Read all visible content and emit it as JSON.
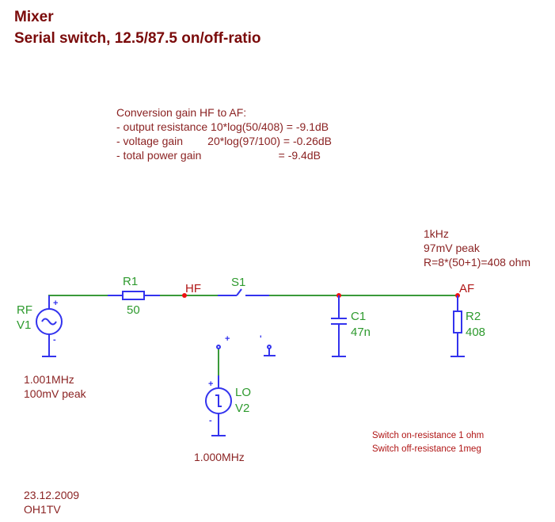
{
  "title": "Mixer",
  "subtitle": "Serial switch, 12.5/87.5  on/off-ratio",
  "conversion_notes": [
    "Conversion gain HF to AF:",
    "- output resistance 10*log(50/408) = -9.1dB",
    "- voltage gain        20*log(97/100) = -0.26dB",
    "- total power gain                         = -9.4dB"
  ],
  "af_notes": [
    "1kHz",
    "97mV peak",
    "R=8*(50+1)=408 ohm"
  ],
  "components": {
    "v1": {
      "name": "RF",
      "ref": "V1",
      "plus": "+",
      "minus": "-"
    },
    "r1": {
      "ref": "R1",
      "value": "50"
    },
    "s1": {
      "ref": "S1",
      "plus": "+",
      "tick": "'"
    },
    "v2": {
      "name": "LO",
      "ref": "V2",
      "plus": "+",
      "minus": "-"
    },
    "c1": {
      "ref": "C1",
      "value": "47n"
    },
    "r2": {
      "ref": "R2",
      "value": "408"
    }
  },
  "nodes": {
    "hf": "HF",
    "af": "AF"
  },
  "rf_source_notes": [
    "1.001MHz",
    "100mV peak"
  ],
  "lo_source_note": "1.000MHz",
  "switch_notes": [
    "Switch on-resistance 1 ohm",
    "Switch off-resistance 1meg"
  ],
  "footer": [
    "23.12.2009",
    "OH1TV"
  ]
}
